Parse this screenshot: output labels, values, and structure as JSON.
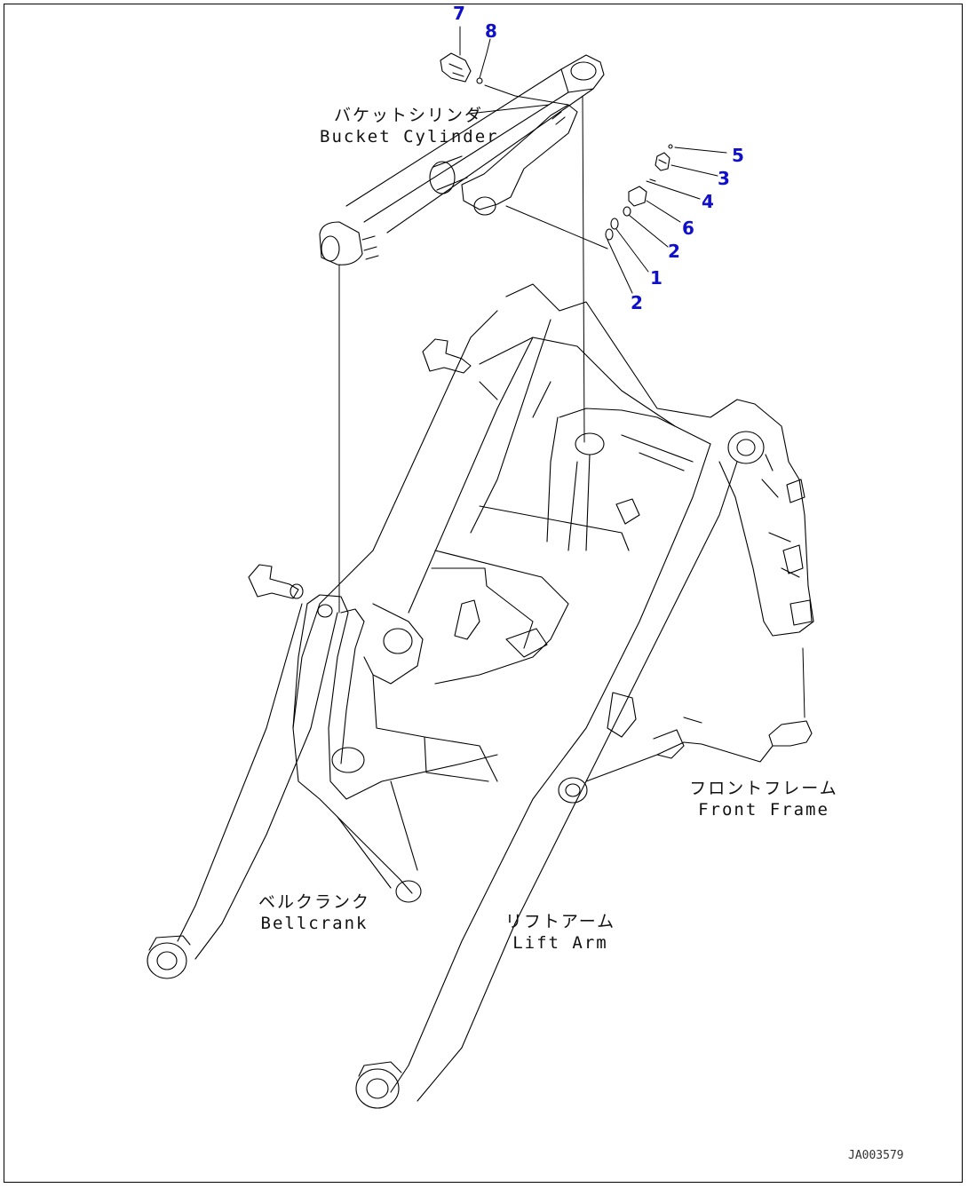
{
  "labels": {
    "bucket_cylinder": {
      "jp": "バケットシリンダ",
      "en": "Bucket Cylinder"
    },
    "front_frame": {
      "jp": "フロントフレーム",
      "en": "Front Frame"
    },
    "bellcrank": {
      "jp": "ベルクランク",
      "en": "Bellcrank"
    },
    "lift_arm": {
      "jp": "リフトアーム",
      "en": "Lift Arm"
    }
  },
  "callouts": [
    "7",
    "8",
    "5",
    "3",
    "4",
    "6",
    "2",
    "1",
    "2"
  ],
  "drawing_code": "JA003579",
  "colors": {
    "callout": "#1010c8",
    "line": "#000000"
  }
}
